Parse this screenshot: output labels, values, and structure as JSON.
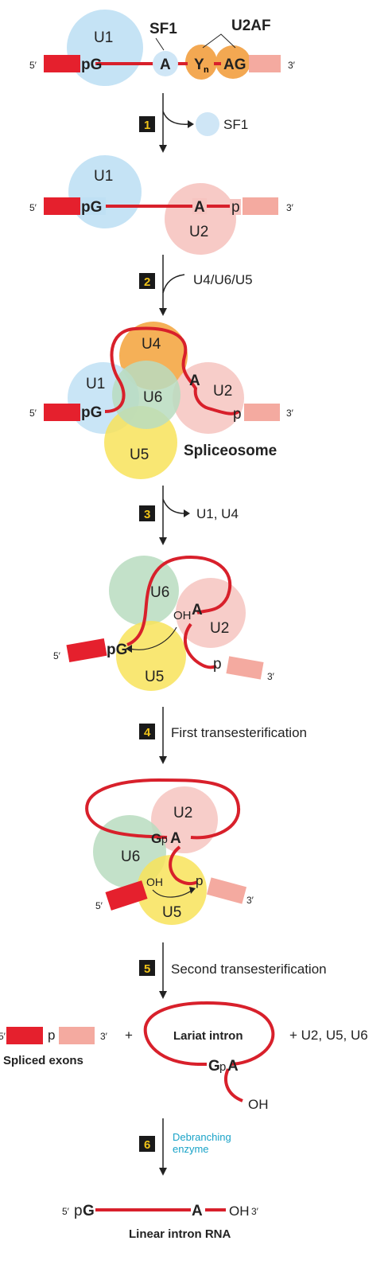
{
  "colors": {
    "exon5": "#e5202d",
    "exon3": "#f4aaa0",
    "rna": "#d8202b",
    "u1": "#bfe0f4",
    "u2": "#f6c4c0",
    "u4": "#f3a23a",
    "u5": "#f8e35a",
    "u6": "#b8dcc0",
    "u2af": "#f3a852",
    "sf1": "#cfe6f6",
    "stepbox": "#1a1a1a",
    "stepnum": "#f0c419",
    "enzyme": "#1aa3c8"
  },
  "labels": {
    "five_prime": "5′",
    "three_prime": "3′",
    "pG": "pG",
    "G": "G",
    "p": "p",
    "A": "A",
    "AG": "AG",
    "Y": "Y",
    "n": "n",
    "OH": "OH",
    "GpA": "GpA",
    "Gp": "Gp",
    "U1": "U1",
    "U2": "U2",
    "U4": "U4",
    "U5": "U5",
    "U6": "U6",
    "SF1": "SF1",
    "U2AF": "U2AF",
    "spliceosome": "Spliceosome",
    "lariat_intron": "Lariat intron",
    "spliced_exons": "Spliced exons",
    "linear_intron": "Linear intron RNA",
    "plus": "+",
    "released_snrnps": "+ U2, U5, U6"
  },
  "steps": [
    {
      "num": "1",
      "text": "SF1"
    },
    {
      "num": "2",
      "text": "U4/U6/U5"
    },
    {
      "num": "3",
      "text": "U1, U4"
    },
    {
      "num": "4",
      "text": "First transesterification"
    },
    {
      "num": "5",
      "text": "Second transesterification"
    },
    {
      "num": "6",
      "text": "Debranching",
      "text2": "enzyme"
    }
  ]
}
